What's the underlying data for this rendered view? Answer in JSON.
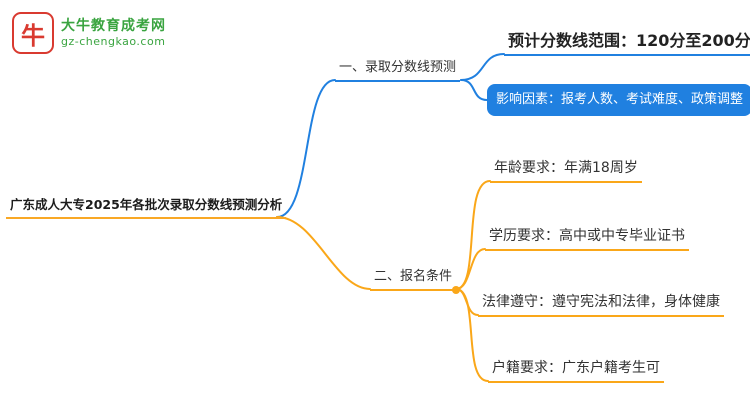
{
  "logo": {
    "icon_glyph": "牛",
    "icon_color": "#d93a30",
    "title": "大牛教育成考网",
    "subtitle": "gz-chengkao.com",
    "text_color": "#3aa440"
  },
  "mindmap": {
    "root": {
      "label": "广东成人大专2025年各批次录取分数线预测分析",
      "underline_color": "#f9a825"
    },
    "branches": [
      {
        "label": "一、录取分数线预测",
        "color": "#2080e0",
        "children": [
          {
            "label": "预计分数线范围：120分至200分",
            "style": "underline"
          },
          {
            "label": "影响因素：报考人数、考试难度、政策调整",
            "style": "filled-box",
            "box_bg": "#2080e0",
            "text_color": "#ffffff"
          }
        ]
      },
      {
        "label": "二、报名条件",
        "color": "#faa719",
        "children": [
          {
            "label": "年龄要求：年满18周岁",
            "style": "underline"
          },
          {
            "label": "学历要求：高中或中专毕业证书",
            "style": "underline"
          },
          {
            "label": "法律遵守：遵守宪法和法律，身体健康",
            "style": "underline"
          },
          {
            "label": "户籍要求：广东户籍考生可",
            "style": "underline"
          }
        ]
      }
    ]
  }
}
